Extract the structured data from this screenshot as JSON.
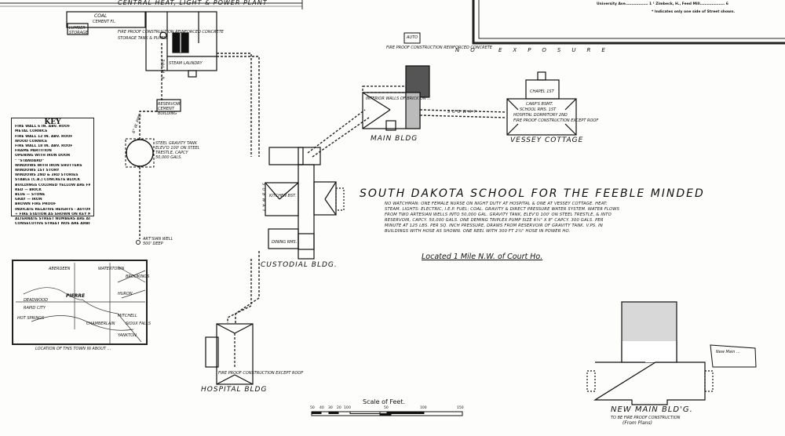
{
  "header": {
    "street_index_line": "University Ave.……………… 1 ¹ Zimbeck, H., Feed Mill………………… 6",
    "street_index_note": "* Indicates only one side of Street shown."
  },
  "title": "South Dakota School for the Feeble Minded",
  "description": "No watchman: one female nurse on night duty at hospital & one at Vessey cottage. Heat: steam. Lights: electric, I.E.P. Fuel: coal. Gravity & direct pressure water system. Water flows from two artesian wells into 50,000 gal. gravity tank, elev'd 100' on steel trestle, & into reservoir, capcy. 50,000 gals. One Deming triplex pump size 6¼\" x 8\" capcy. 300 gals. per minute at 125 lbs. per sq. inch pressure, draws from reservoir of gravity tank. V.Ps. in buildings with hose as shown. One reel with 300 ft 2½\" hose in power ho.",
  "location_note": "Located 1 Mile N.W. of Court Ho.",
  "no_exposure": "No Exposure",
  "buildings": {
    "power_plant": "Central Heat, Light & Power Plant",
    "coal": "Coal",
    "coal_sub": "Cement Fl.",
    "lumber": "Lumber Storage",
    "fireproof_note": "Fire Proof Construction Reinforced Concrete",
    "storage_note": "Storage Tank & Pumps",
    "laundry": "Steam Laundry",
    "reservoir": "Reservoir Cement Building",
    "tank": "Steel Gravity Tank Elev'd 100' on Steel Trestle, Capcy 50,000 Gals.",
    "well": "Art'sian Well 500' Deep",
    "pipe1": "6\" W. Pipe",
    "pipe2": "6\" W. Pipe",
    "auto": "Auto",
    "auto_note": "Fire Proof Construction Reinforced Concrete",
    "main": "Main Bldg",
    "main_note": "Interior walls of brick on ...",
    "subway": "Subway",
    "vessey": "Vessey Cottage",
    "chapel": "Chapel 1st",
    "vessey_note1": "Carp's Bsmt.",
    "vessey_note2": "School Rms. 1st",
    "vessey_note3": "Hospital Dormitory 2nd",
    "vessey_note4": "Fire Proof Construction except roof",
    "custodial": "Custodial Bldg.",
    "kitchen": "Kitchen Bst.",
    "dining": "Dining Rms.",
    "custodial_subway": "Subway",
    "hospital": "Hospital Bldg",
    "hospital_note": "Fire Proof Construction except roof",
    "new_main": "New Main Bld'g.",
    "new_main_note1": "To be fire proof construction",
    "new_main_note2": "(From Plans)",
    "new_main_stamp": "New Main ..."
  },
  "key": {
    "title": "KEY",
    "rows": [
      "FIRE WALL 6 IN. ABV. ROOF",
      "METAL CORNICE",
      "FIRE WALL 12 IN. ABV. ROOF",
      "WOOD CORNICE",
      "FIRE WALL 18 IN. ABV. ROOF",
      "FRAME PARTITION",
      "OPENING WITH IRON DOOR",
      "\" \"STANDARD\"",
      "WINDOWS WITH IRON SHUTTERS",
      "WINDOWS 1ST STORY",
      "WINDOWS 2ND & 3RD STORIES",
      "STABLE (C.B.) CONCRETE BLOCK",
      "BUILDINGS COLORED YELLOW ARE FRAME",
      "RED — BRICK",
      "BLUE — STONE",
      "GRAY — IRON",
      "BROWN FIRE PROOF",
      "INDICATE RELATIVE HEIGHTS · AUTOMATIC SPRINKLERS",
      "+ FIRE STATION AS SHOWN ON KEY MAP",
      "ALTERNATE STREET NUMBERS ARE ACTUAL",
      "CONSECUTIVE STREET NOS ARE ARBITRARY"
    ]
  },
  "inset_map": {
    "places": [
      "Pierre",
      "Aberdeen",
      "Rapid City",
      "Hot Springs",
      "Deadwood",
      "Huron",
      "Mitchell",
      "Sioux Falls",
      "Yankton",
      "Chamberlain",
      "Brookings",
      "Watertown"
    ],
    "caption": "Location of this town in about ..."
  },
  "scale": {
    "title": "Scale of Feet.",
    "ticks": [
      "50",
      "40",
      "30",
      "20",
      "10",
      "0",
      "50",
      "100",
      "150"
    ]
  }
}
